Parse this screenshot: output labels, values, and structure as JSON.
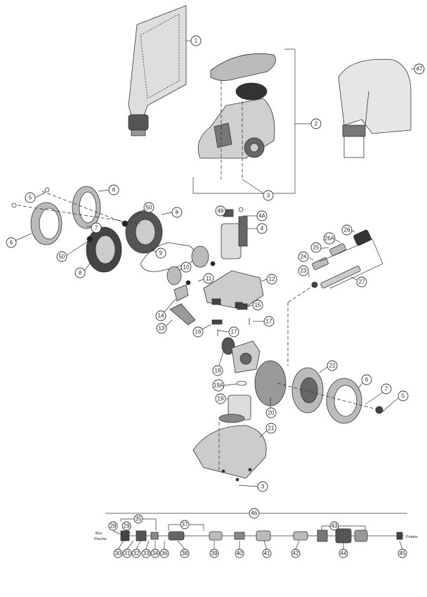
{
  "parts": {
    "p1": "1",
    "p2": "2",
    "p3a": "3",
    "p3b": "3",
    "p4": "4",
    "p4a": "4A",
    "p5a": "5",
    "p5b": "5",
    "p6a": "6",
    "p6b": "6",
    "p6c": "6",
    "p7a": "7",
    "p7b": "7",
    "p8a": "8",
    "p8b": "8",
    "p9": "9",
    "p10": "10",
    "p11": "11",
    "p12": "12",
    "p13": "13",
    "p14": "14",
    "p15": "15",
    "p16": "16",
    "p17a": "17",
    "p17b": "17",
    "p18": "18",
    "p19": "19",
    "p19a": "19A",
    "p20": "20",
    "p21": "21",
    "p22": "22",
    "p23": "23",
    "p24": "24",
    "p25": "25",
    "p26": "26",
    "p26a": "26A",
    "p27": "27",
    "p28": "28",
    "p29": "29",
    "p30": "30",
    "p31": "31",
    "p32": "32",
    "p33": "33",
    "p34": "34",
    "p35": "35",
    "p36": "36",
    "p37": "37",
    "p38": "38",
    "p39": "39",
    "p40": "40",
    "p41": "41",
    "p42": "42",
    "p43": "43",
    "p44": "44",
    "p45": "45",
    "p46": "46",
    "p47": "47",
    "p49": "49",
    "p50a": "50",
    "p50b": "50"
  },
  "hose_labels": {
    "wall_line1": "Mur",
    "wall_line2": "Piscine",
    "polaris": "Polaris"
  },
  "colors": {
    "line": "#333333",
    "part_dark": "#3a3a3a",
    "part_mid": "#8a8a8a",
    "part_light": "#cfcfcf",
    "background": "#ffffff"
  }
}
